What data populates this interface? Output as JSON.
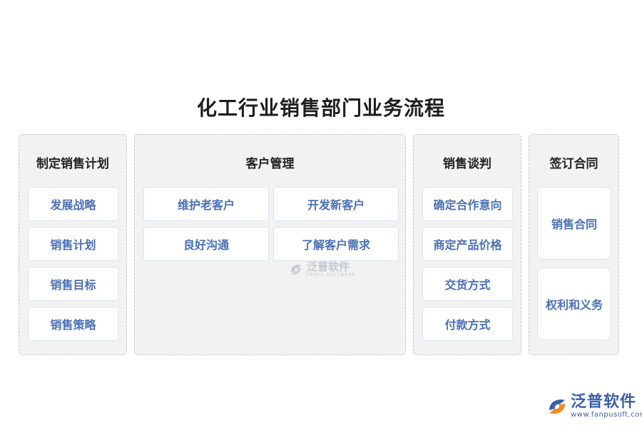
{
  "title": "化工行业销售部门业务流程",
  "columns": [
    {
      "title": "制定销售计划",
      "items": [
        "发展战略",
        "销售计划",
        "销售目标",
        "销售策略"
      ]
    },
    {
      "title": "客户管理",
      "items": [
        "维护老客户",
        "开发新客户",
        "良好沟通",
        "了解客户需求"
      ]
    },
    {
      "title": "销售谈判",
      "items": [
        "确定合作意向",
        "商定产品价格",
        "交货方式",
        "付款方式"
      ]
    },
    {
      "title": "签订合同",
      "items": [
        "销售合同",
        "权利和义务"
      ]
    }
  ],
  "watermark": {
    "name": "泛普软件",
    "sub": "FANPU SOFTWARE",
    "icon": "fanpu-logo-icon"
  },
  "logo": {
    "name": "泛普软件",
    "url": "www.fanpusoft.com",
    "icon": "fanpu-logo-icon",
    "color": "#3b5fa8"
  },
  "colors": {
    "box_text": "#4a6fb5",
    "panel_bg": "#f2f2f2",
    "panel_border": "#c8c8c8"
  }
}
